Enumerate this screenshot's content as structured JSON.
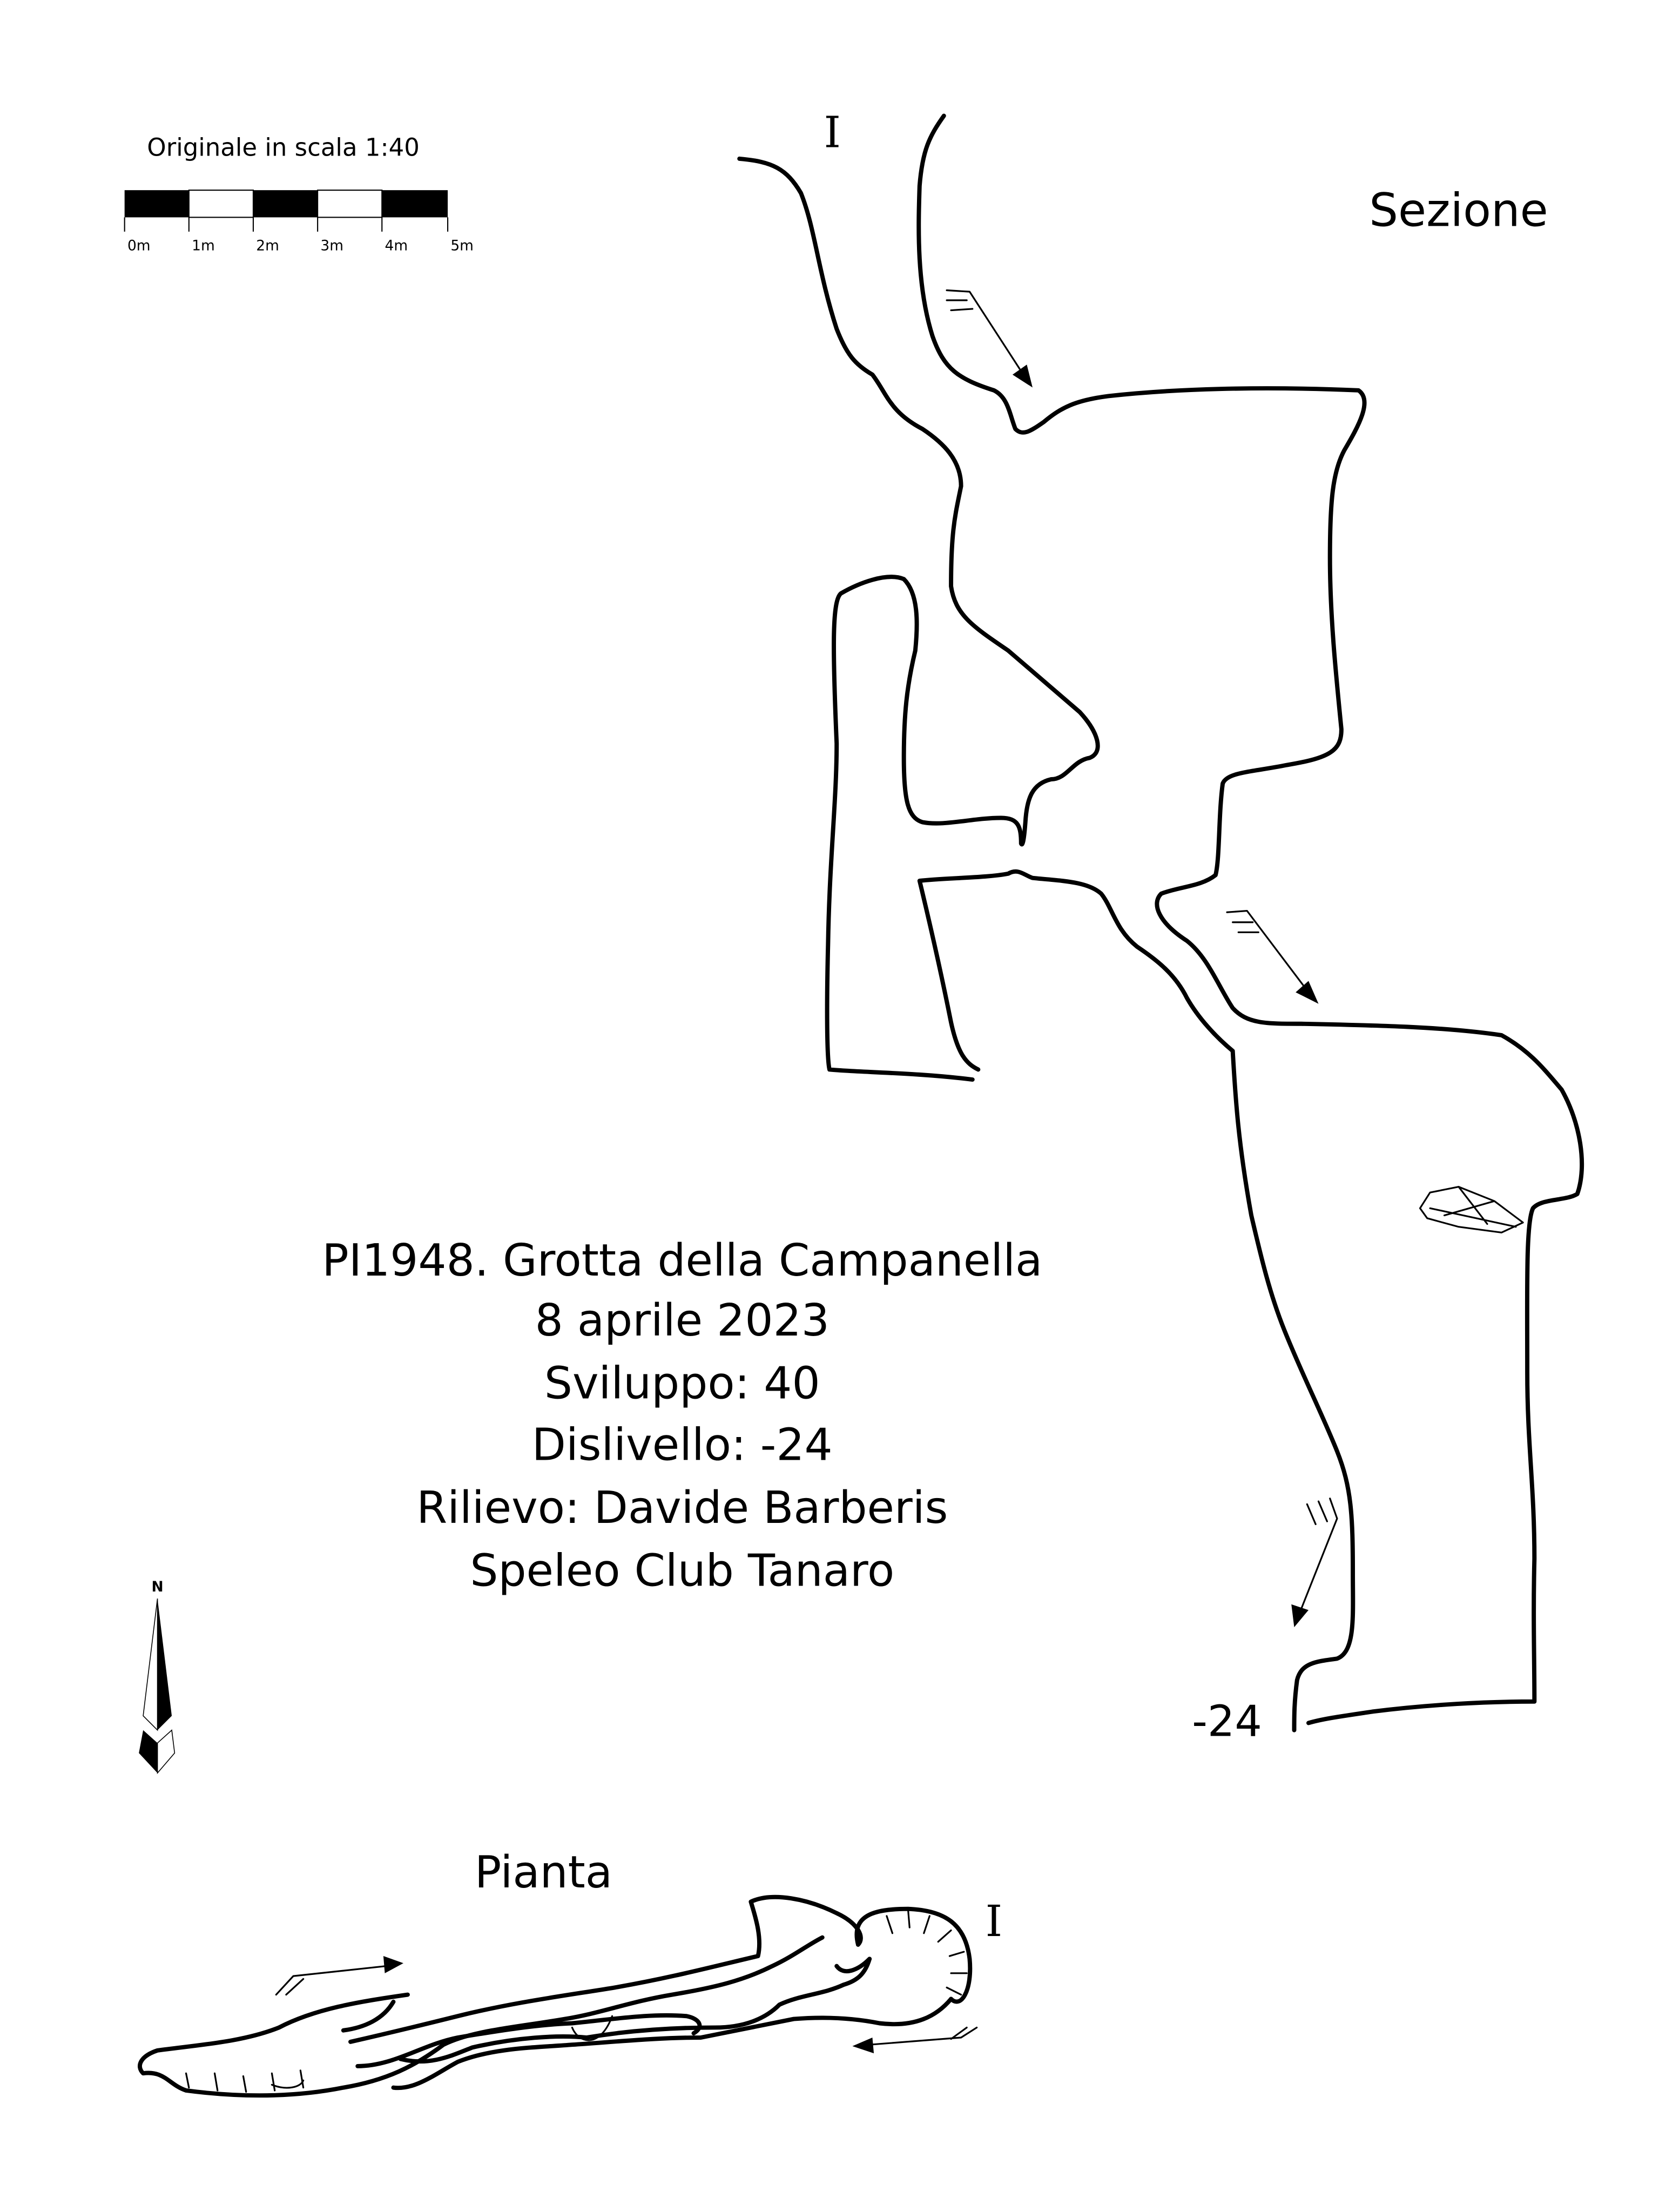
{
  "scale": {
    "caption": "Originale in scala 1:40",
    "ticks": [
      "0m",
      "1m",
      "2m",
      "3m",
      "4m",
      "5m"
    ]
  },
  "section": {
    "title": "Sezione",
    "entrance_label": "I",
    "depth_label": "-24"
  },
  "info": {
    "lines": [
      "PI1948. Grotta della Campanella",
      "8 aprile 2023",
      "Sviluppo: 40",
      "Dislivello: -24",
      "Rilievo: Davide Barberis",
      "Speleo Club Tanaro"
    ]
  },
  "north": {
    "label": "N"
  },
  "plan": {
    "title": "Pianta",
    "entrance_label": "I"
  },
  "colors": {
    "ink": "#000000",
    "paper": "#ffffff"
  }
}
